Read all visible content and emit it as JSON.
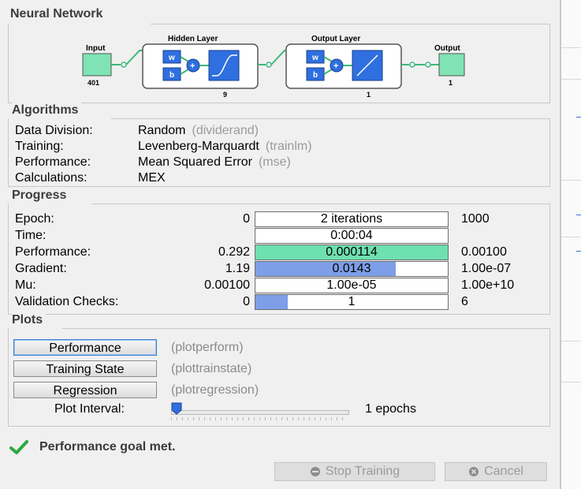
{
  "network": {
    "title": "Neural Network",
    "input_label": "Input",
    "input_size": "401",
    "hidden_title": "Hidden Layer",
    "hidden_size": "9",
    "output_title": "Output Layer",
    "output_layer_size": "1",
    "output_label": "Output",
    "output_size": "1",
    "weight_symbol": "w",
    "bias_symbol": "b",
    "sum_symbol": "+"
  },
  "algorithms": {
    "title": "Algorithms",
    "rows": [
      {
        "label": "Data Division:",
        "value": "Random",
        "fn": "(dividerand)"
      },
      {
        "label": "Training:",
        "value": "Levenberg-Marquardt",
        "fn": "(trainlm)"
      },
      {
        "label": "Performance:",
        "value": "Mean Squared Error",
        "fn": "(mse)"
      },
      {
        "label": "Calculations:",
        "value": "MEX",
        "fn": ""
      }
    ]
  },
  "progress": {
    "title": "Progress",
    "rows": [
      {
        "label": "Epoch:",
        "start": "0",
        "current": "2 iterations",
        "end": "1000",
        "fill_fraction": 0.0,
        "fill_color": "#ffffff"
      },
      {
        "label": "Time:",
        "start": "",
        "current": "0:00:04",
        "end": "",
        "fill_fraction": 0.0,
        "fill_color": "#ffffff"
      },
      {
        "label": "Performance:",
        "start": "0.292",
        "current": "0.000114",
        "end": "0.00100",
        "fill_fraction": 1.0,
        "fill_color": "#6fe0b0"
      },
      {
        "label": "Gradient:",
        "start": "1.19",
        "current": "0.0143",
        "end": "1.00e-07",
        "fill_fraction": 0.73,
        "fill_color": "#7e9ee8"
      },
      {
        "label": "Mu:",
        "start": "0.00100",
        "current": "1.00e-05",
        "end": "1.00e+10",
        "fill_fraction": 0.0,
        "fill_color": "#ffffff"
      },
      {
        "label": "Validation Checks:",
        "start": "0",
        "current": "1",
        "end": "6",
        "fill_fraction": 0.17,
        "fill_color": "#7e9ee8"
      }
    ]
  },
  "plots": {
    "title": "Plots",
    "buttons": [
      {
        "label": "Performance",
        "fn": "(plotperform)",
        "selected": true
      },
      {
        "label": "Training State",
        "fn": "(plottrainstate)",
        "selected": false
      },
      {
        "label": "Regression",
        "fn": "(plotregression)",
        "selected": false
      }
    ],
    "interval_label": "Plot Interval:",
    "interval_value": "1 epochs",
    "interval_fraction": 0.0
  },
  "status": {
    "icon": "checkmark-icon",
    "text": "Performance goal met."
  },
  "actions": {
    "stop_label": "Stop Training",
    "cancel_label": "Cancel"
  },
  "colors": {
    "layer_green": "#7fe3b3",
    "block_blue": "#2f6fe0",
    "success_green": "#2aa83f"
  }
}
